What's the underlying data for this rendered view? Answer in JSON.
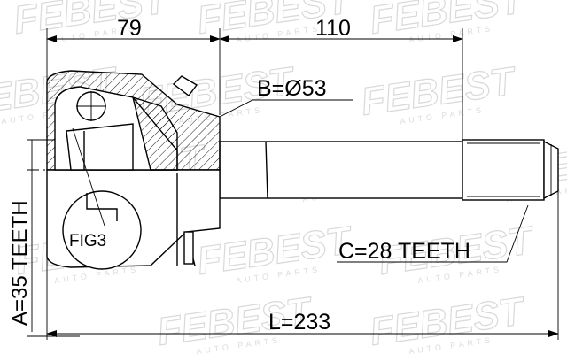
{
  "watermark": {
    "brand": "FEBEST",
    "tagline": "AUTO PARTS"
  },
  "dimensions": {
    "housing_length": "79",
    "shaft_length": "110",
    "seal_diameter": "B=Ø53",
    "outer_spline": "A=35 TEETH",
    "shaft_spline": "C=28 TEETH",
    "total_length": "L=233"
  },
  "figure_label": "FIG3"
}
